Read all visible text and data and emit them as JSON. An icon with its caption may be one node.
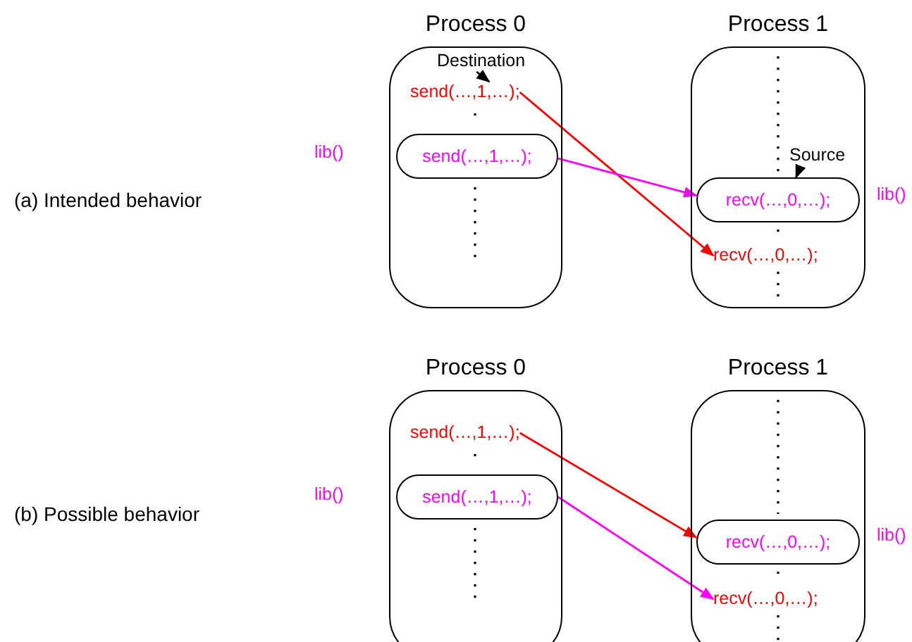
{
  "diagram": {
    "nodes": [
      {
        "text": [
          "Process 0"
        ]
      },
      {
        "text": [
          "Destination"
        ],
        "in": 0
      },
      {
        "text": [
          "send(…,1,…);"
        ],
        "in": 0
      },
      {
        "text": [
          "send(…,1,…);"
        ],
        "in": 0,
        "beside": [
          "lib()"
        ]
      },
      {
        "text": [
          "Process 1"
        ]
      },
      {
        "text": [
          "Source"
        ],
        "in": 4
      },
      {
        "text": [
          "recv(…,0,…);"
        ],
        "in": 4,
        "beside": [
          "lib()"
        ]
      },
      {
        "text": [
          "recv(…,0,…);"
        ],
        "in": 4
      },
      {
        "text": [
          "Process 0"
        ]
      },
      {
        "text": [
          "send(…,1,…);"
        ],
        "in": 8
      },
      {
        "text": [
          "send(…,1,…);"
        ],
        "in": 8,
        "beside": [
          "lib()"
        ]
      },
      {
        "text": [
          "Process 1"
        ]
      },
      {
        "text": [
          "recv(…,0,…);"
        ],
        "in": 11,
        "beside": [
          "lib()"
        ]
      },
      {
        "text": [
          "recv(…,0,…);"
        ],
        "in": 11
      }
    ],
    "edges": [
      {
        "from": 1,
        "to": 2,
        "arrow": "to"
      },
      {
        "from": 2,
        "to": 7,
        "arrow": "to",
        "color": "#ff0000"
      },
      {
        "from": 3,
        "to": 6,
        "arrow": "to",
        "color": "#ff00ff"
      },
      {
        "from": 5,
        "to": 6,
        "arrow": "to"
      },
      {
        "from": 9,
        "to": 12,
        "arrow": "to",
        "color": "#ff0000"
      },
      {
        "from": 10,
        "to": 13,
        "arrow": "to",
        "color": "#ff00ff"
      }
    ],
    "labels": [
      "(a) Intended behavior",
      "(b) Possible behavior"
    ]
  }
}
